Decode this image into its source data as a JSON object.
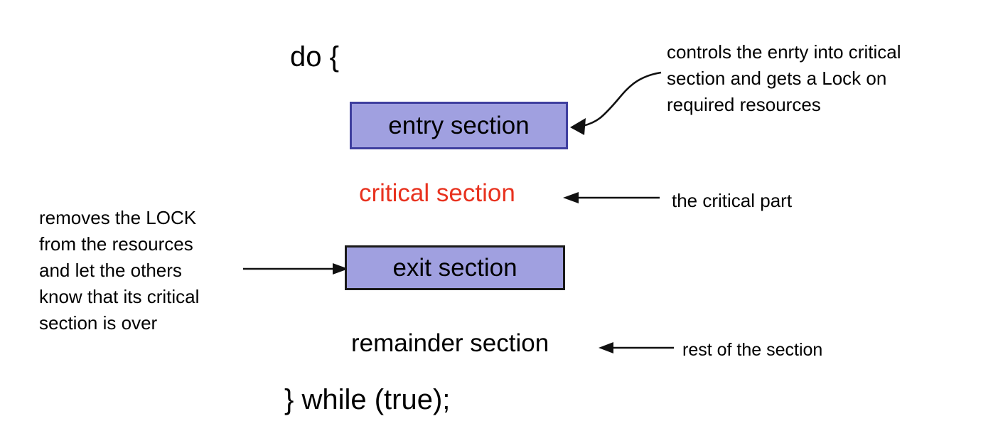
{
  "code": {
    "do_open": "do {",
    "do_close": "} while (true);"
  },
  "sections": {
    "entry": {
      "label": "entry section"
    },
    "critical": {
      "label": "critical section"
    },
    "exit": {
      "label": "exit section"
    },
    "remainder": {
      "label": "remainder section"
    }
  },
  "annotations": {
    "entry": {
      "lines": [
        "controls the enrty into critical",
        "section and gets a Lock on",
        "required resources"
      ]
    },
    "critical": {
      "text": "the critical part"
    },
    "exit": {
      "lines": [
        "removes the LOCK",
        "from the resources",
        "and let the others",
        "know that its critical",
        "section is over"
      ]
    },
    "remainder": {
      "text": "rest of the section"
    }
  },
  "colors": {
    "box_fill": "#a0a0e0",
    "entry_box_border": "#3f3f9f",
    "exit_box_border": "#1a1a1a",
    "critical_text": "#e8321f",
    "text": "#000000",
    "background": "#ffffff"
  }
}
